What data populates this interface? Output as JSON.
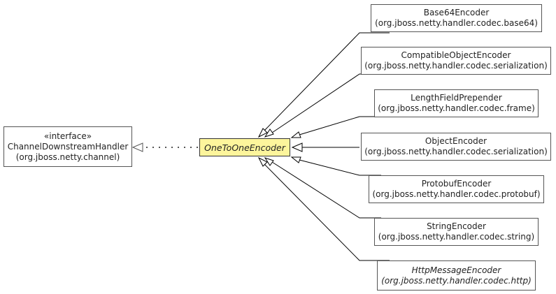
{
  "colors": {
    "center_fill": "#fdf59c",
    "border": "#333333",
    "edge": "#000000",
    "dotted": "#555555"
  },
  "interface": {
    "stereotype": "«interface»",
    "name": "ChannelDownstreamHandler",
    "package": "(org.jboss.netty.channel)"
  },
  "center": {
    "name": "OneToOneEncoder"
  },
  "subclasses": [
    {
      "name": "Base64Encoder",
      "package": "(org.jboss.netty.handler.codec.base64)"
    },
    {
      "name": "CompatibleObjectEncoder",
      "package": "(org.jboss.netty.handler.codec.serialization)"
    },
    {
      "name": "LengthFieldPrepender",
      "package": "(org.jboss.netty.handler.codec.frame)"
    },
    {
      "name": "ObjectEncoder",
      "package": "(org.jboss.netty.handler.codec.serialization)"
    },
    {
      "name": "ProtobufEncoder",
      "package": "(org.jboss.netty.handler.codec.protobuf)"
    },
    {
      "name": "StringEncoder",
      "package": "(org.jboss.netty.handler.codec.string)"
    },
    {
      "name": "HttpMessageEncoder",
      "package": "(org.jboss.netty.handler.codec.http)"
    }
  ]
}
